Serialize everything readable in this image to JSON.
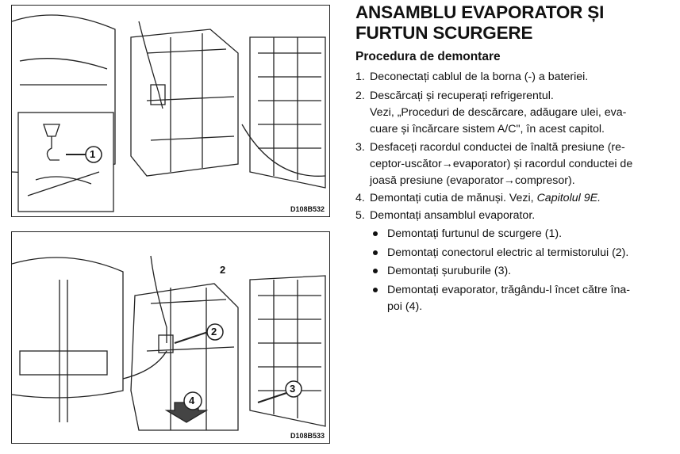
{
  "figures": [
    {
      "code": "D108B532",
      "callouts": [
        "1"
      ]
    },
    {
      "code": "D108B533",
      "callouts": [
        "2",
        "2",
        "3",
        "4"
      ]
    }
  ],
  "title_lines": [
    "ANSAMBLU EVAPORATOR ȘI",
    "FURTUN SCURGERE"
  ],
  "subtitle": "Procedura de demontare",
  "steps": [
    {
      "num": "1.",
      "lines": [
        "Deconectați cablul de la borna (-) a bateriei."
      ]
    },
    {
      "num": "2.",
      "lines": [
        "Descărcați și recuperați refrigerentul.",
        "Vezi, „Proceduri de descărcare, adăugare ulei, eva-",
        "cuare și încărcare sistem A/C\", în acest capitol."
      ]
    },
    {
      "num": "3.",
      "lines": [
        "Desfaceți racordul conductei de înaltă presiune (re-",
        "ceptor-uscător→evaporator) și racordul conductei de",
        "joasă presiune (evaporator→compresor)."
      ]
    },
    {
      "num": "4.",
      "lines": [
        "Demontați cutia de mănuși. Vezi, "
      ],
      "italic": "Capitolul 9E."
    },
    {
      "num": "5.",
      "lines": [
        "Demontați ansamblul evaporator."
      ]
    }
  ],
  "bullets": [
    {
      "lines": [
        "Demontați furtunul de scurgere (1)."
      ]
    },
    {
      "lines": [
        "Demontați conectorul electric al termistorului (2)."
      ]
    },
    {
      "lines": [
        "Demontați șuruburile (3)."
      ]
    },
    {
      "lines": [
        "Demontați evaporator, trăgându-l încet către îna-",
        "poi (4)."
      ]
    }
  ]
}
